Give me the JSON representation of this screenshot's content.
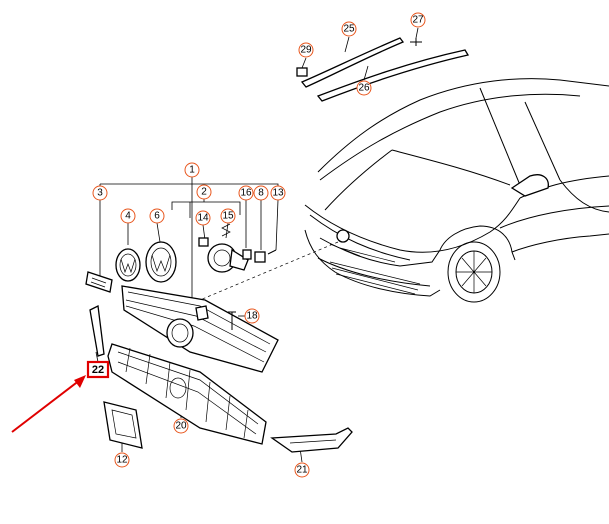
{
  "callouts": {
    "c1": "1",
    "c2": "2",
    "c3": "3",
    "c4": "4",
    "c6": "6",
    "c8": "8",
    "c12": "12",
    "c13": "13",
    "c14": "14",
    "c15": "15",
    "c16": "16",
    "c18": "18",
    "c20": "20",
    "c21": "21",
    "c22": "22",
    "c25": "25",
    "c26": "26",
    "c27": "27",
    "c29": "29"
  },
  "highlight": {
    "part": "22",
    "color": "#e00000"
  },
  "colors": {
    "callout_ring": "#e8561d",
    "arrow": "#e00000",
    "line": "#000000"
  }
}
